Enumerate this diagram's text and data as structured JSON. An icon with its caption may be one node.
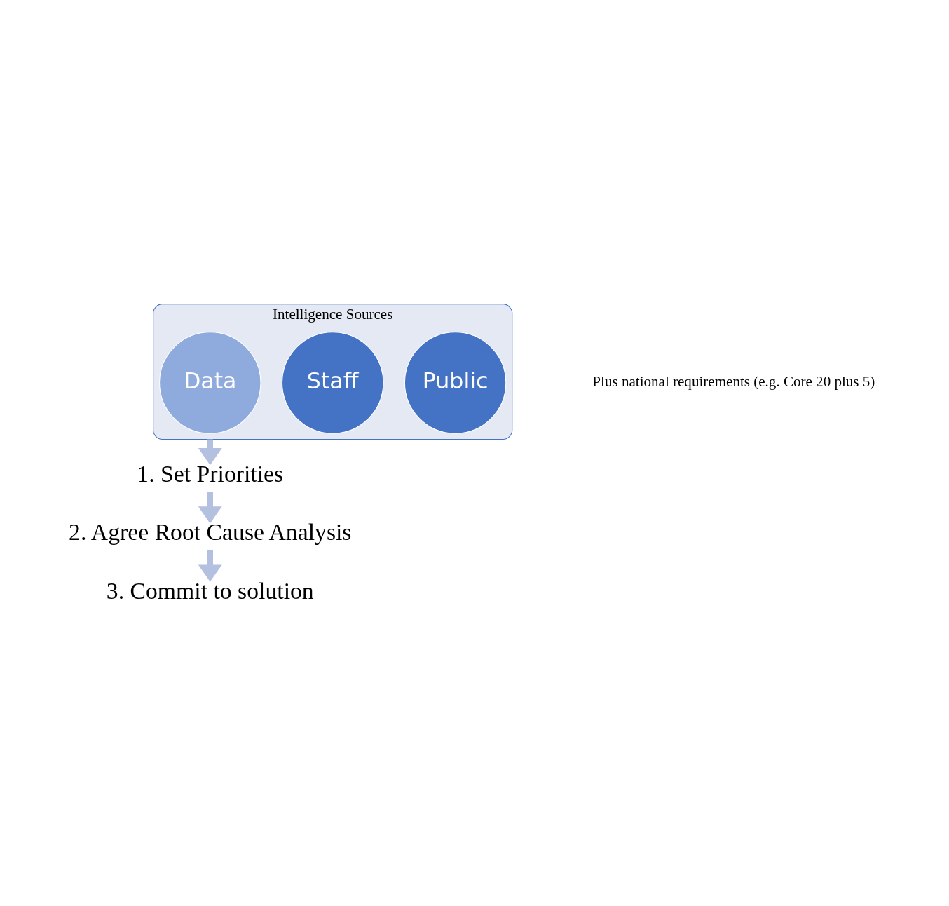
{
  "diagram": {
    "nodes": [
      {
        "text": [
          "Intelligence Sources"
        ]
      },
      {
        "text": [
          "Public"
        ],
        "in": 0
      },
      {
        "text": [
          "Staff"
        ],
        "in": 0
      },
      {
        "text": [
          "Data"
        ],
        "in": 0
      },
      {
        "text": [
          "1. Set Priorities"
        ]
      },
      {
        "text": [
          "2. Agree Root Cause Analysis"
        ]
      },
      {
        "text": [
          "3. Commit to solution"
        ]
      }
    ],
    "edges": [
      {
        "from": 0,
        "to": 4,
        "arrow": "to"
      },
      {
        "from": 4,
        "to": 5,
        "arrow": "to"
      },
      {
        "from": 5,
        "to": 6,
        "arrow": "to"
      }
    ],
    "labels": [
      "Plus national requirements (e.g. Core 20 plus 5)"
    ]
  }
}
